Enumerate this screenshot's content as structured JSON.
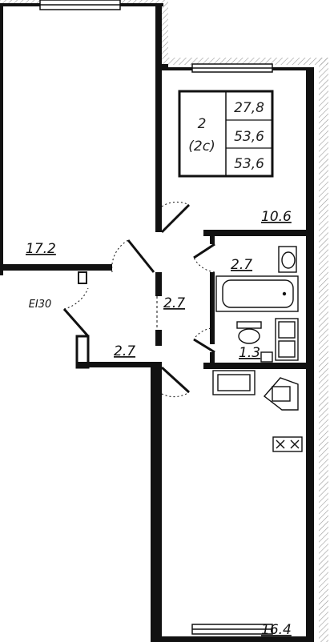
{
  "summary": {
    "rooms": "2",
    "rooms_code": "(2с)",
    "living_area": "27,8",
    "total_area": "53,6",
    "total_area_2": "53,6"
  },
  "rooms": {
    "room1": "17.2",
    "room2": "16.4",
    "kitchen": "10.6",
    "bathroom": "2.7",
    "wc": "1.3",
    "hall": "2.7",
    "corridor": "2.7"
  },
  "door_rating": "EI30"
}
